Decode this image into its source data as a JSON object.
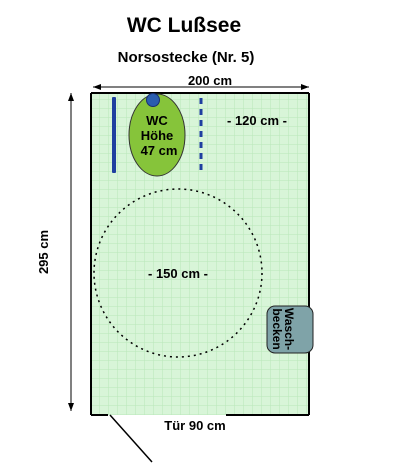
{
  "title": "WC Lußsee",
  "subtitle": "Norsostecke (Nr. 5)",
  "dimensions": {
    "width": "200 cm",
    "height": "295 cm",
    "clearance": "- 120 cm -",
    "turning_circle": "- 150 cm -",
    "door": "Tür 90 cm"
  },
  "wc": {
    "line1": "WC",
    "line2": "Höhe",
    "line3": "47 cm"
  },
  "sink": {
    "line1": "Wasch-",
    "line2": "becken"
  },
  "colors": {
    "floor": "#d8f5d8",
    "grid": "#b9e6b9",
    "wc": "#86c43a",
    "sink": "#7fa3a8",
    "flush_button": "#2a5db0",
    "grab_bar": "#1f3fa0"
  }
}
